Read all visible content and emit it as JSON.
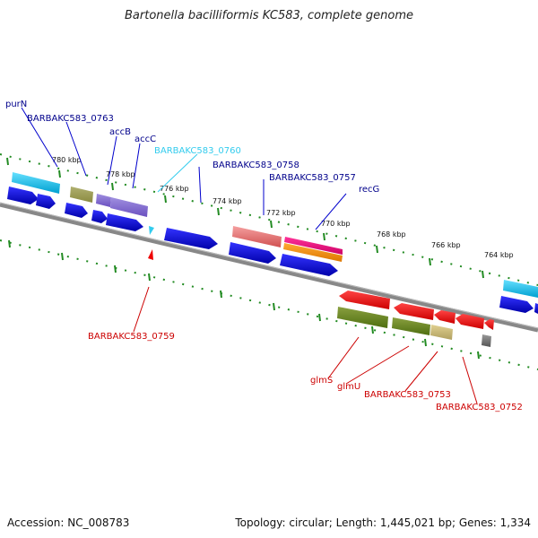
{
  "title": "Bartonella bacilliformis KC583, complete genome",
  "footer": {
    "accession": "Accession: NC_008783",
    "summary": "Topology: circular; Length: 1,445,021 bp; Genes: 1,334"
  },
  "ticks": [
    "780 kbp",
    "778 kbp",
    "776 kbp",
    "774 kbp",
    "772 kbp",
    "770 kbp",
    "768 kbp",
    "766 kbp",
    "764 kbp"
  ],
  "genes_top": [
    "purN",
    "BARBAKC583_0763",
    "accB",
    "accC",
    "BARBAKC583_0760",
    "BARBAKC583_0758",
    "BARBAKC583_0757",
    "recG"
  ],
  "genes_bottom": [
    "BARBAKC583_0759",
    "glmS",
    "glmU",
    "BARBAKC583_0753",
    "BARBAKC583_0752"
  ],
  "colors": {
    "label_top": "#00008b",
    "label_top_highlight": "#33ccee",
    "label_bottom": "#cc0000",
    "backbone": "#888888",
    "tick_marks": "#228b22",
    "cds_forward": "#0000ee",
    "cds_reverse": "#ee0000"
  }
}
